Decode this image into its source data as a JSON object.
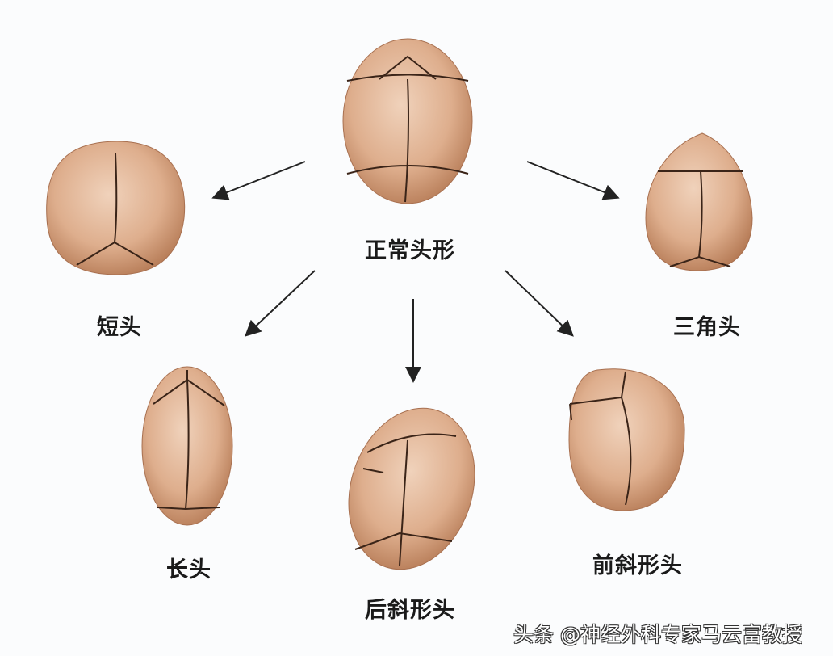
{
  "labels": {
    "normal": "正常头形",
    "brachycephaly": "短头",
    "trigonocephaly": "三角头",
    "dolichocephaly": "长头",
    "posterior_plagiocephaly": "后斜形头",
    "anterior_plagiocephaly": "前斜形头"
  },
  "watermark": "头条 @神经外科专家马云富教授",
  "colors": {
    "skull": "#dcae8e",
    "skull_edge": "#b07a58",
    "suture": "#3a2418",
    "arrow": "#222222",
    "background": "#fbfcfd"
  }
}
